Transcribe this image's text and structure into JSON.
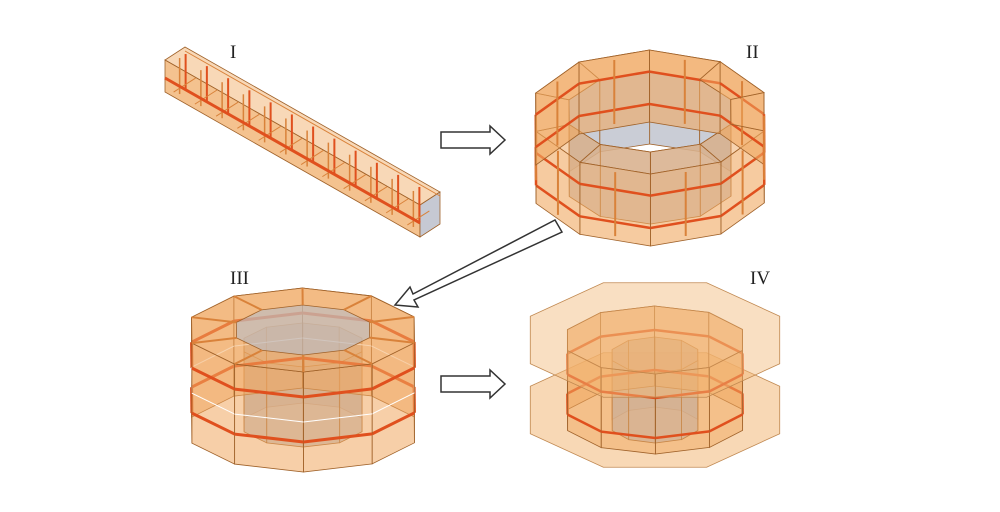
{
  "stages": [
    {
      "label": "I",
      "name": "straight-beam"
    },
    {
      "label": "II",
      "name": "folded-ring"
    },
    {
      "label": "III",
      "name": "closed-polygonal-module"
    },
    {
      "label": "IV",
      "name": "module-with-slabs"
    }
  ],
  "colors": {
    "panel": "#f0a860",
    "panel_dark": "#d9823a",
    "rebar": "#e0501e",
    "inner": "#b8bcc8",
    "edge": "#a0622a",
    "arrow": "#333333"
  }
}
